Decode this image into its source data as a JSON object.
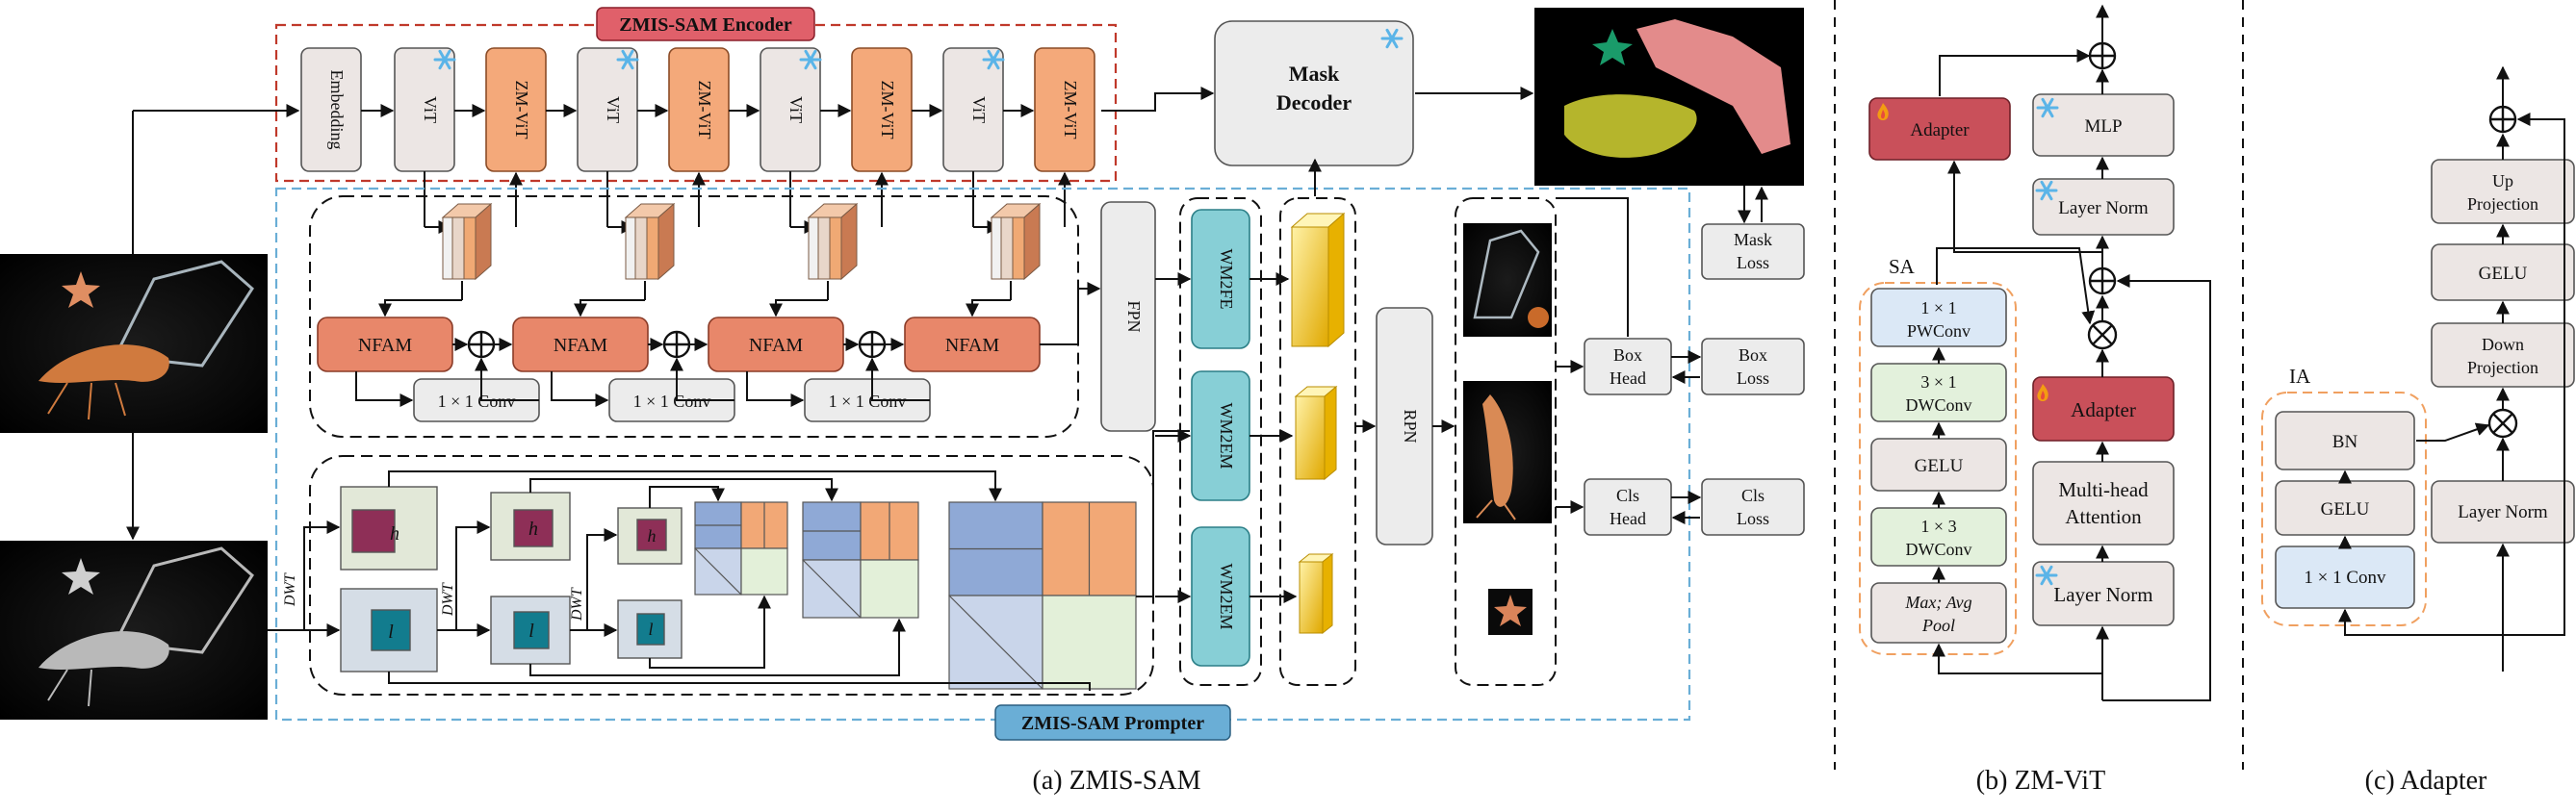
{
  "encoder": {
    "title": "ZMIS-SAM Encoder",
    "embedding": "Embedding",
    "vit": "ViT",
    "zm_vit": "ZM-ViT",
    "mask_decoder": [
      "Mask",
      "Decoder"
    ]
  },
  "prompter": {
    "title": "ZMIS-SAM Prompter",
    "nfam": "NFAM",
    "conv": "1 × 1 Conv",
    "fpn": "FPN",
    "wm2fe": "WM2FE",
    "wm2em": "WM2EM",
    "rpn": "RPN",
    "dwt": "DWT",
    "h": "h",
    "l": "l"
  },
  "heads": {
    "box_head": [
      "Box",
      "Head"
    ],
    "cls_head": [
      "Cls",
      "Head"
    ],
    "box_loss": [
      "Box",
      "Loss"
    ],
    "cls_loss": [
      "Cls",
      "Loss"
    ],
    "mask_loss": [
      "Mask",
      "Loss"
    ]
  },
  "zm_vit": {
    "sa": "SA",
    "adapter": "Adapter",
    "mlp": "MLP",
    "layer_norm": "Layer Norm",
    "pwconv": [
      "1 × 1",
      "PWConv"
    ],
    "dwconv31": [
      "3 × 1",
      "DWConv"
    ],
    "gelu": "GELU",
    "dwconv13": [
      "1 × 3",
      "DWConv"
    ],
    "pool": [
      "Max; Avg",
      "Pool"
    ],
    "mha": [
      "Multi-head",
      "Attention"
    ]
  },
  "adapter_panel": {
    "ia": "IA",
    "bn": "BN",
    "gelu": "GELU",
    "conv": "1 × 1 Conv",
    "up": [
      "Up",
      "Projection"
    ],
    "down": [
      "Down",
      "Projection"
    ],
    "layer_norm": "Layer Norm"
  },
  "captions": {
    "a": "(a) ZMIS-SAM",
    "b": "(b) ZM-ViT",
    "c": "(c) Adapter"
  },
  "icons": [
    "snowflake-icon",
    "flame-icon",
    "sum-icon",
    "multiply-icon"
  ],
  "colors": {
    "encoder_border": "#c0392b",
    "prompter_border": "#6aaed6",
    "nfam": "#e8876a",
    "zm_vit": "#f4a97a",
    "adapter": "#c9505a",
    "wm": "#87cfd6",
    "feature_yellow": "#f2c94c"
  }
}
